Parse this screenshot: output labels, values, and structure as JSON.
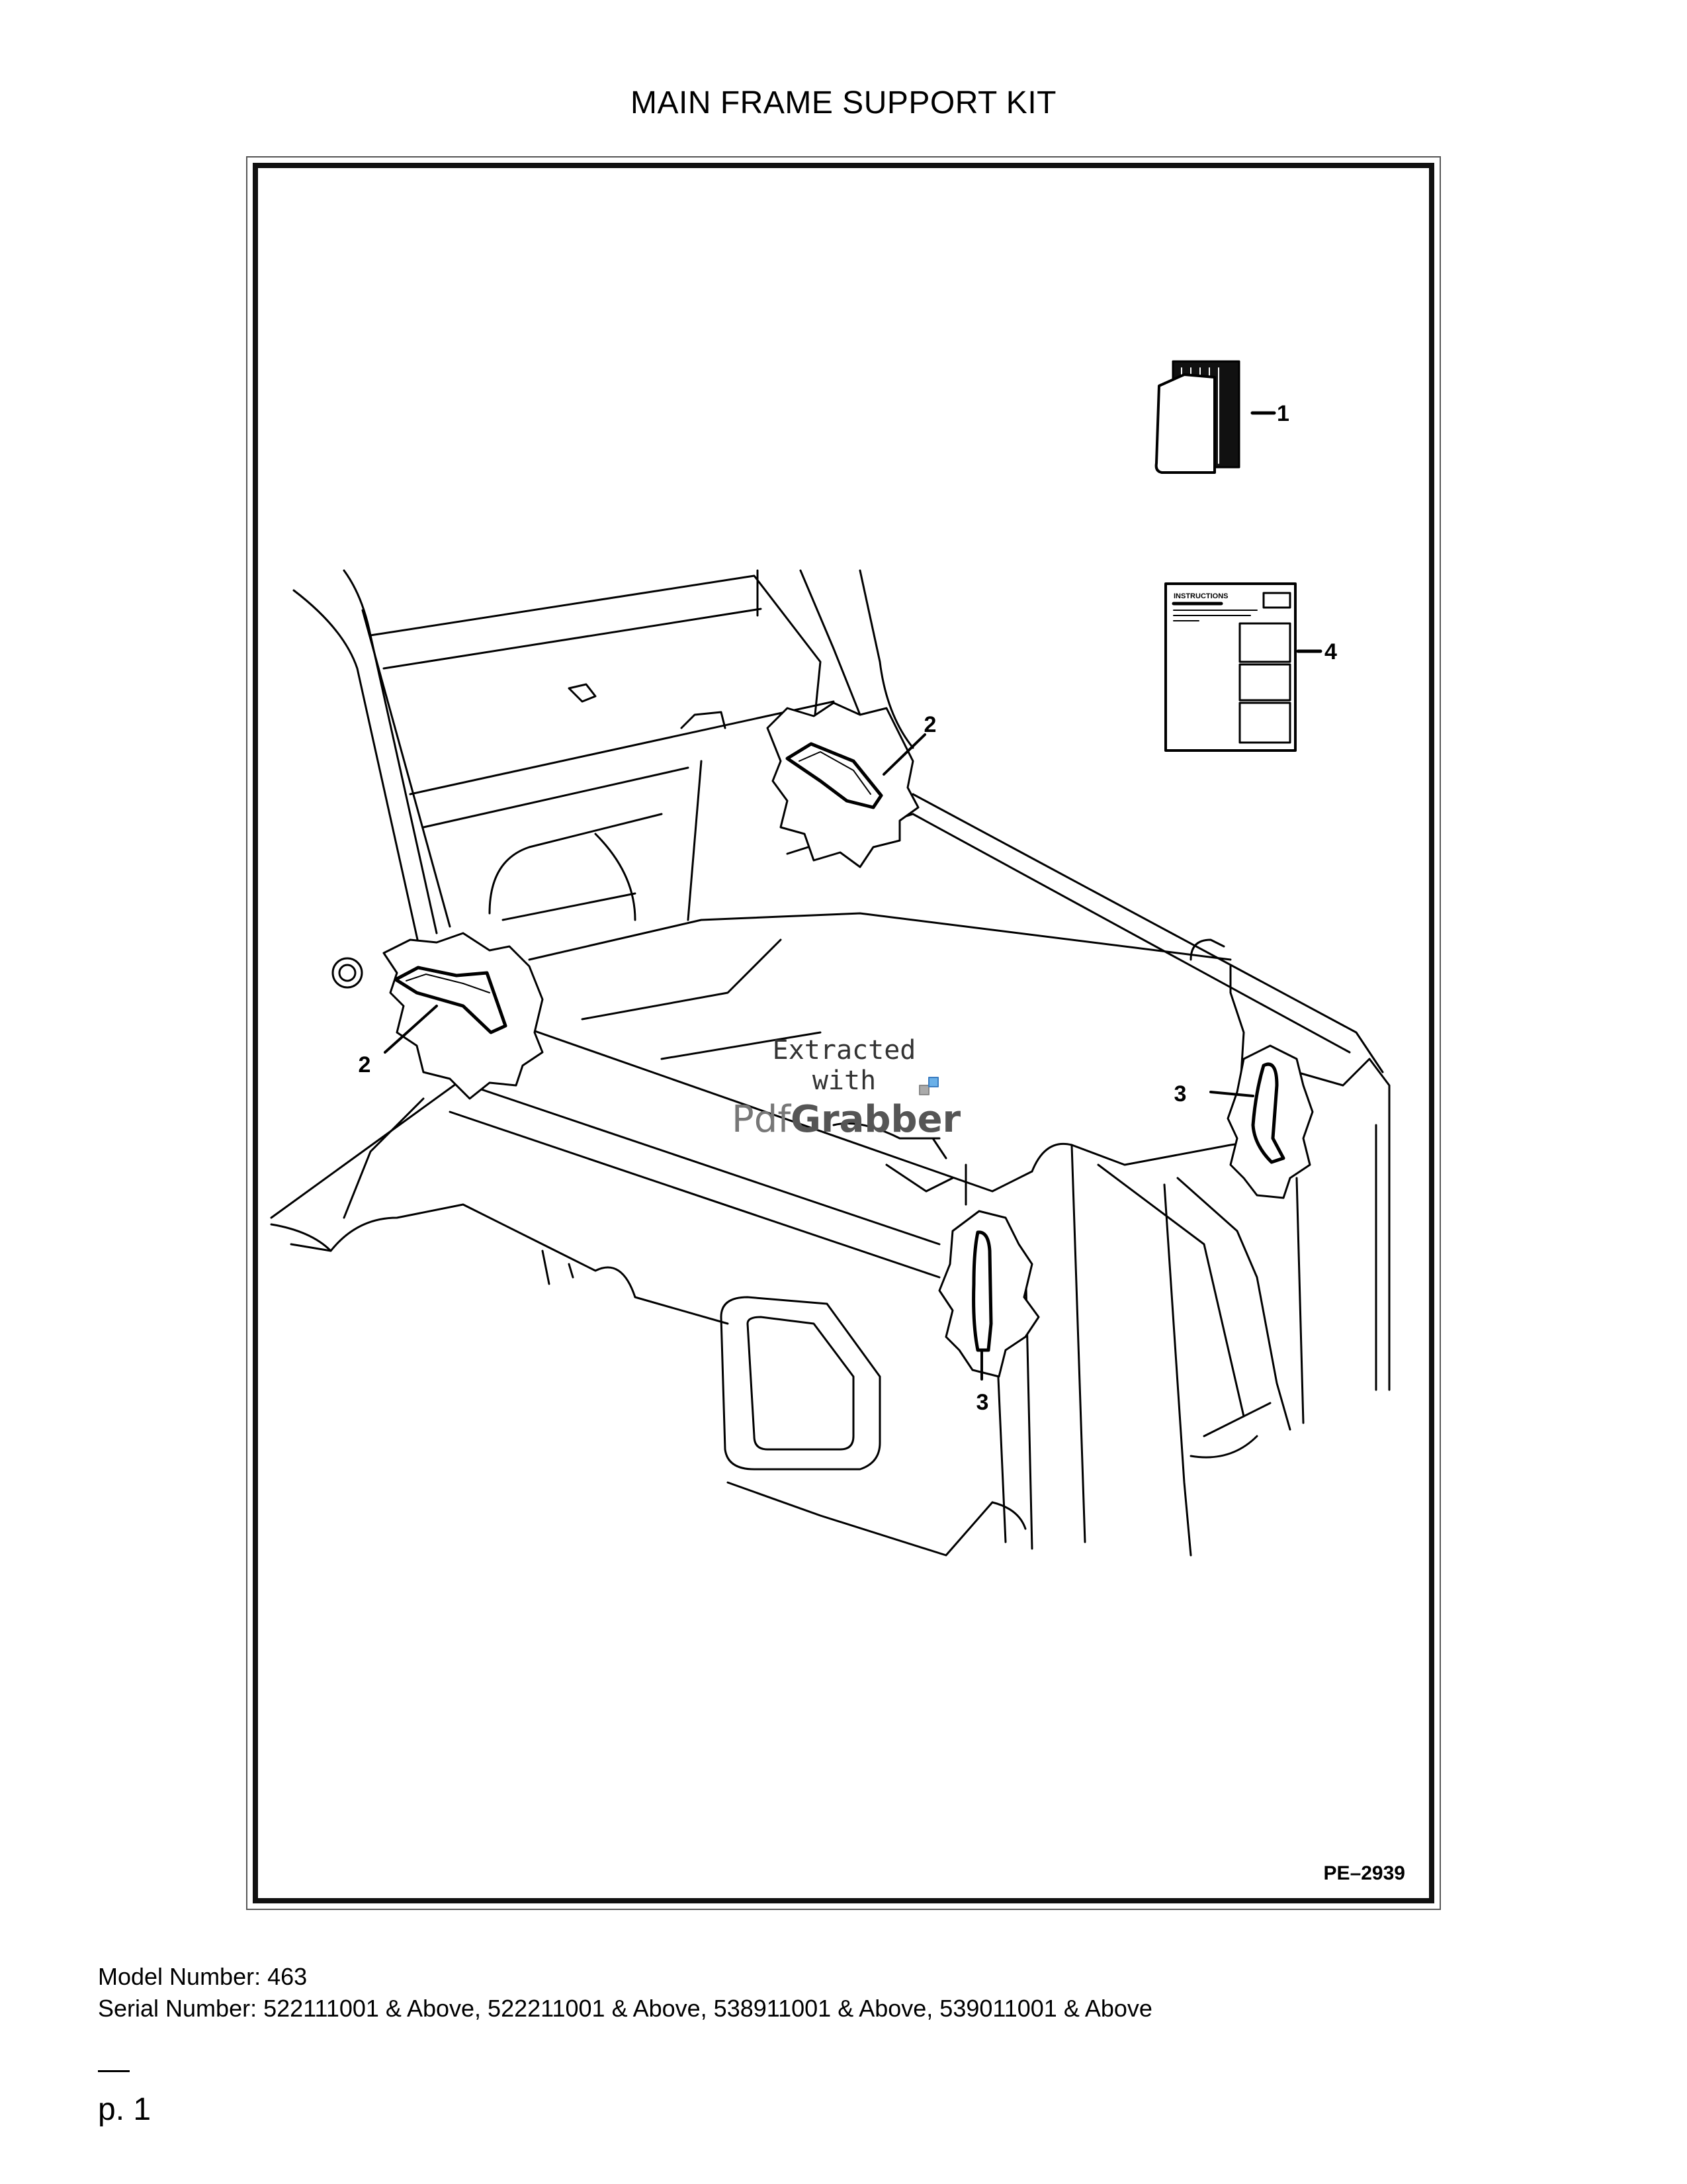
{
  "title": "MAIN FRAME SUPPORT KIT",
  "drawing": {
    "callouts": {
      "item1": "1",
      "item2a": "2",
      "item2b": "2",
      "item3a": "3",
      "item3b": "3",
      "item4": "4"
    },
    "instructions_label": "INSTRUCTIONS",
    "doc_number": "PE–2939",
    "watermark": {
      "line1": "Extracted",
      "line2": "with",
      "brand_light": "Pdf",
      "brand_bold": "Grabber"
    }
  },
  "footer": {
    "model": "Model Number: 463",
    "serial": "Serial Number: 522111001 & Above, 522211001 & Above, 538911001 & Above, 539011001 & Above"
  },
  "page": "p. 1"
}
